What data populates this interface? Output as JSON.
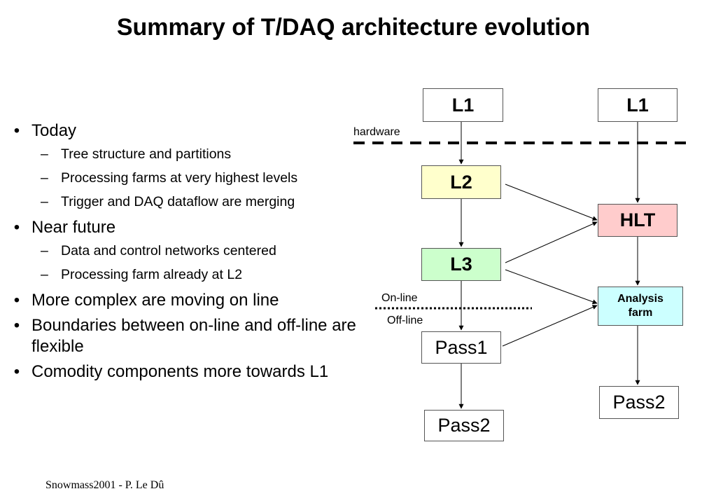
{
  "title": "Summary of T/DAQ architecture evolution",
  "bullets": [
    {
      "text": "Today",
      "sub": [
        "Tree structure and partitions",
        "Processing farms at very highest levels",
        "Trigger and DAQ dataflow are merging"
      ]
    },
    {
      "text": "Near future",
      "sub": [
        "Data and control networks centered",
        "Processing farm already at L2"
      ]
    },
    {
      "text": "More complex are moving on line",
      "sub": []
    },
    {
      "text": "Boundaries between on-line and off-line are flexible",
      "sub": []
    },
    {
      "text": "Comodity components more towards L1",
      "sub": []
    }
  ],
  "markers": {
    "bullet": "•",
    "dash": "–"
  },
  "diagram": {
    "left": {
      "l1": "L1",
      "l2": "L2",
      "l3": "L3",
      "pass1": "Pass1",
      "pass2": "Pass2"
    },
    "right": {
      "l1": "L1",
      "hlt": "HLT",
      "analysis": "Analysis farm",
      "pass2": "Pass2"
    },
    "labels": {
      "hardware": "hardware",
      "online": "On-line",
      "offline": "Off-line"
    },
    "colors": {
      "l2": "#ffffcc",
      "l3": "#ccffcc",
      "hlt": "#ffcccc",
      "analysis": "#ccffff"
    }
  },
  "footer": "Snowmass2001 - P. Le Dû"
}
